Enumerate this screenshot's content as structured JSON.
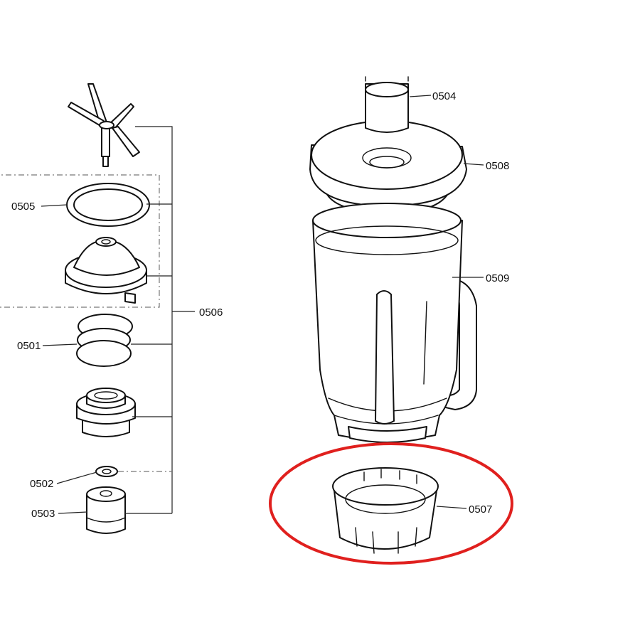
{
  "diagram": {
    "labels": {
      "p0504": "0504",
      "p0505": "0505",
      "p0508": "0508",
      "p0509": "0509",
      "p0506": "0506",
      "p0501": "0501",
      "p0502": "0502",
      "p0503": "0503",
      "p0507": "0507"
    },
    "highlight_color": "#e0201e",
    "line_color": "#111111"
  }
}
